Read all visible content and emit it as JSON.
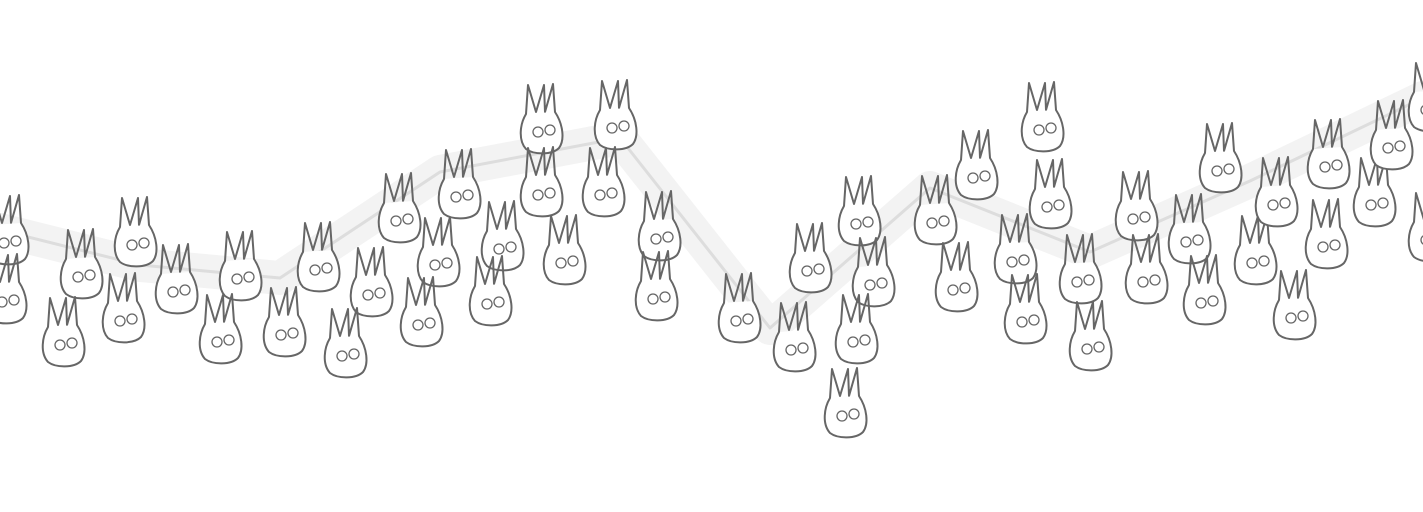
{
  "colors": {
    "background": "#ffffff",
    "trend_line": "#dddddd",
    "trend_band": "#f3f3f3",
    "mark_stroke": "#666666",
    "mark_fill": "#ffffff"
  },
  "mark_icon": "bunny-head-icon",
  "chart_data": {
    "type": "scatter",
    "title": "",
    "xlabel": "",
    "ylabel": "",
    "axes_visible": false,
    "grid": false,
    "legend": "none",
    "xlim": [
      0,
      1423
    ],
    "ylim": [
      -512,
      0
    ],
    "trend_line": {
      "x": [
        0,
        140,
        280,
        440,
        620,
        770,
        930,
        1090,
        1250,
        1423
      ],
      "y": [
        -230,
        -265,
        -278,
        -172,
        -138,
        -328,
        -188,
        -252,
        -181,
        -98
      ]
    },
    "points": [
      {
        "x": 8,
        "y": -243
      },
      {
        "x": 6,
        "y": -302
      },
      {
        "x": 82,
        "y": -277
      },
      {
        "x": 64,
        "y": -345
      },
      {
        "x": 136,
        "y": -245
      },
      {
        "x": 124,
        "y": -321
      },
      {
        "x": 177,
        "y": -292
      },
      {
        "x": 241,
        "y": -279
      },
      {
        "x": 221,
        "y": -342
      },
      {
        "x": 285,
        "y": -335
      },
      {
        "x": 319,
        "y": -270
      },
      {
        "x": 372,
        "y": -295
      },
      {
        "x": 346,
        "y": -356
      },
      {
        "x": 400,
        "y": -221
      },
      {
        "x": 439,
        "y": -265
      },
      {
        "x": 422,
        "y": -325
      },
      {
        "x": 460,
        "y": -197
      },
      {
        "x": 503,
        "y": -249
      },
      {
        "x": 491,
        "y": -304
      },
      {
        "x": 542,
        "y": -132
      },
      {
        "x": 542,
        "y": -195
      },
      {
        "x": 565,
        "y": -263
      },
      {
        "x": 616,
        "y": -128
      },
      {
        "x": 604,
        "y": -195
      },
      {
        "x": 660,
        "y": -239
      },
      {
        "x": 657,
        "y": -299
      },
      {
        "x": 740,
        "y": -321
      },
      {
        "x": 795,
        "y": -350
      },
      {
        "x": 811,
        "y": -271
      },
      {
        "x": 860,
        "y": -224
      },
      {
        "x": 874,
        "y": -285
      },
      {
        "x": 857,
        "y": -342
      },
      {
        "x": 846,
        "y": -416
      },
      {
        "x": 936,
        "y": -223
      },
      {
        "x": 977,
        "y": -178
      },
      {
        "x": 957,
        "y": -290
      },
      {
        "x": 1016,
        "y": -262
      },
      {
        "x": 1026,
        "y": -322
      },
      {
        "x": 1043,
        "y": -130
      },
      {
        "x": 1051,
        "y": -207
      },
      {
        "x": 1081,
        "y": -282
      },
      {
        "x": 1091,
        "y": -349
      },
      {
        "x": 1137,
        "y": -219
      },
      {
        "x": 1147,
        "y": -282
      },
      {
        "x": 1190,
        "y": -242
      },
      {
        "x": 1205,
        "y": -303
      },
      {
        "x": 1221,
        "y": -171
      },
      {
        "x": 1256,
        "y": -263
      },
      {
        "x": 1277,
        "y": -205
      },
      {
        "x": 1295,
        "y": -318
      },
      {
        "x": 1327,
        "y": -247
      },
      {
        "x": 1329,
        "y": -167
      },
      {
        "x": 1375,
        "y": -205
      },
      {
        "x": 1392,
        "y": -148
      },
      {
        "x": 1430,
        "y": -110
      },
      {
        "x": 1430,
        "y": -240
      }
    ]
  }
}
